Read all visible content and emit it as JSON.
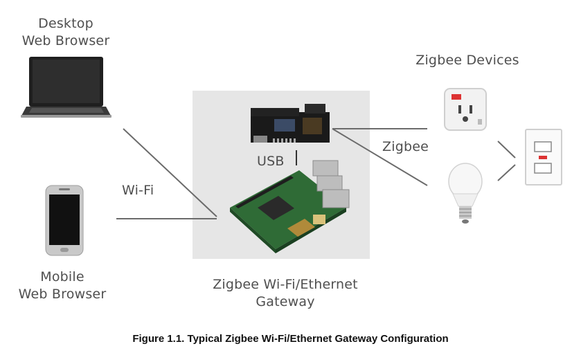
{
  "labels": {
    "desktop": "Desktop\nWeb Browser",
    "mobile": "Mobile\nWeb Browser",
    "wifi": "Wi-Fi",
    "usb": "USB",
    "gateway": "Zigbee Wi-Fi/Ethernet\nGateway",
    "zigbee_devices": "Zigbee Devices",
    "zigbee": "Zigbee"
  },
  "caption": "Figure 1.1.  Typical Zigbee Wi-Fi/Ethernet Gateway Configuration"
}
